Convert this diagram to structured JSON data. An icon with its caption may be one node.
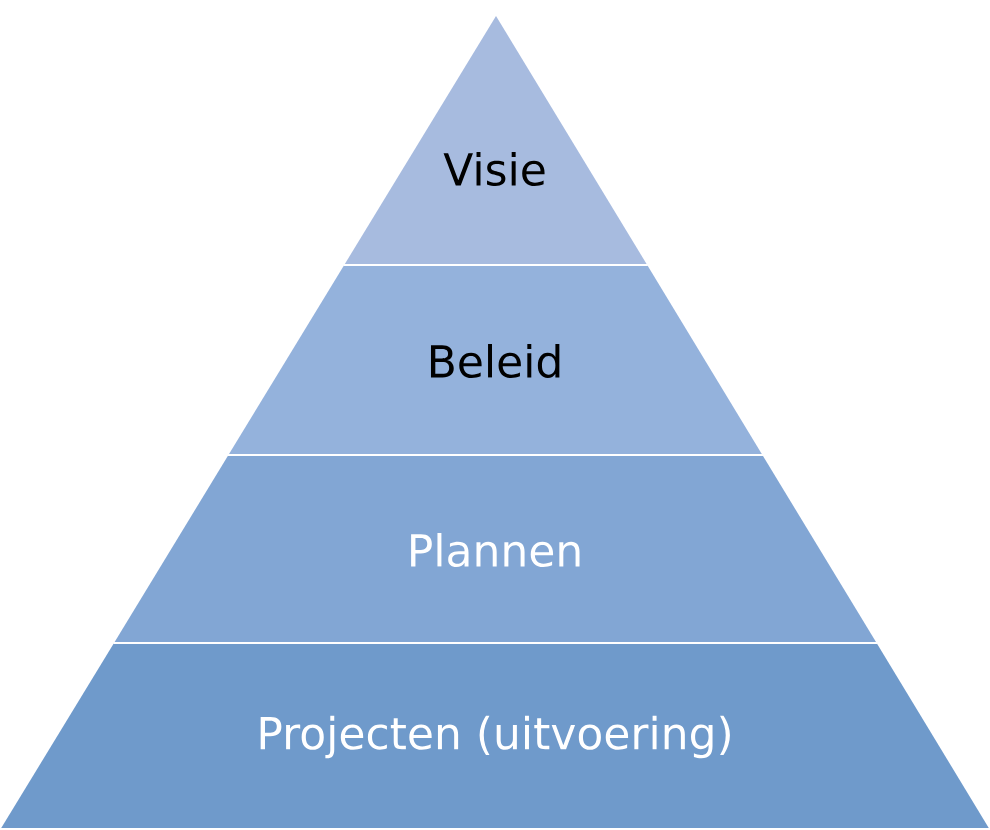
{
  "diagram": {
    "nodes": [
      {
        "text": [
          "Visie"
        ]
      },
      {
        "text": [
          "Beleid"
        ]
      },
      {
        "text": [
          "Plannen"
        ]
      },
      {
        "text": [
          "Projecten (uitvoering)"
        ]
      }
    ]
  }
}
